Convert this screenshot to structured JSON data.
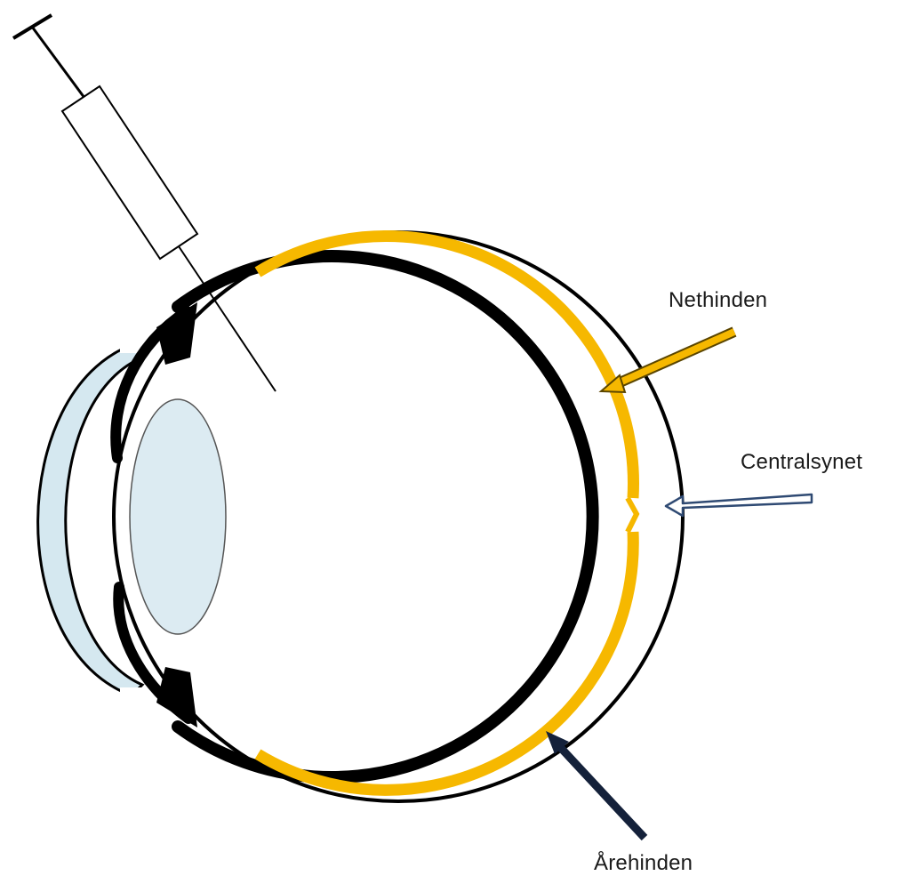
{
  "labels": {
    "retina": "Nethinden",
    "central_vision": "Centralsynet",
    "choroid": "Årehinden"
  },
  "colors": {
    "outline": "#000000",
    "retina": "#f6b800",
    "cornea": "#d5e8f0",
    "lens": "#dcebf2",
    "central_arrow_stroke": "#2f4a73",
    "choroid_arrow": "#14213a"
  }
}
